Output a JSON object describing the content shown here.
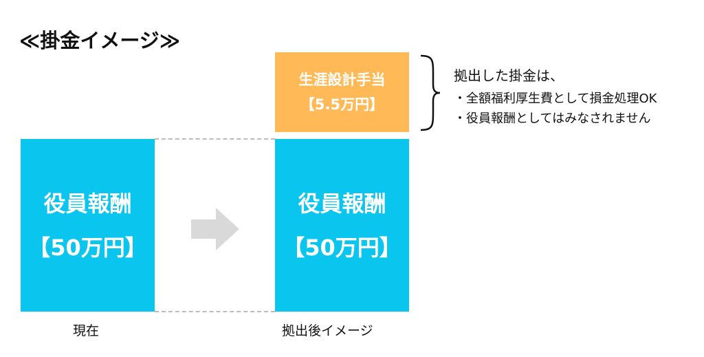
{
  "title": "≪掛金イメージ≫",
  "current": {
    "box_line1": "役員報酬",
    "box_line2": "【50万円】",
    "label": "現在"
  },
  "after": {
    "box_line1": "役員報酬",
    "box_line2": "【50万円】",
    "label": "拠出後イメージ"
  },
  "allowance": {
    "line1": "生涯設計手当",
    "line2": "【5.5万円】"
  },
  "notes": {
    "heading": "拠出した掛金は、",
    "items": [
      "・全額福利厚生費として損金処理OK",
      "・役員報酬としてはみなされません"
    ]
  },
  "colors": {
    "salary": "#0AC5EE",
    "allowance": "#FFB957",
    "arrow": "#D9D9D9"
  }
}
